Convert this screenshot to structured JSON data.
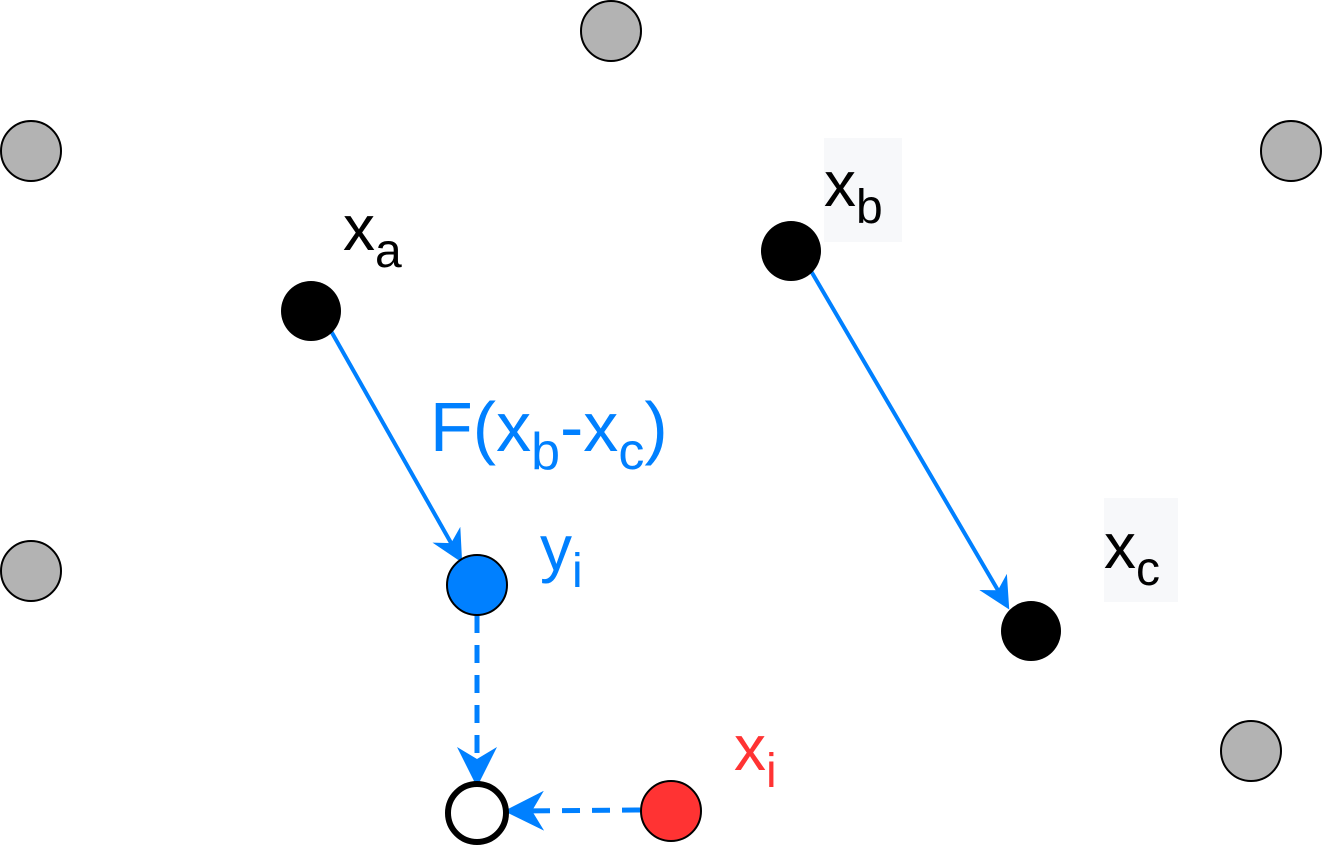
{
  "labels": {
    "xa": {
      "base": "x",
      "sub": "a"
    },
    "xb": {
      "base": "x",
      "sub": "b"
    },
    "xc": {
      "base": "x",
      "sub": "c"
    },
    "yi": {
      "base": "y",
      "sub": "i"
    },
    "xi": {
      "base": "x",
      "sub": "i"
    },
    "mutation": {
      "prefix": "F(x",
      "sub1": "b",
      "mid": "-x",
      "sub2": "c",
      "suffix": ")"
    }
  },
  "colors": {
    "population_point": "#b3b3b3",
    "selected_point": "#000000",
    "mutant_point": "#0080ff",
    "target_point": "#ff3333",
    "trial_point": "#ffffff",
    "arrow": "#0080ff"
  }
}
